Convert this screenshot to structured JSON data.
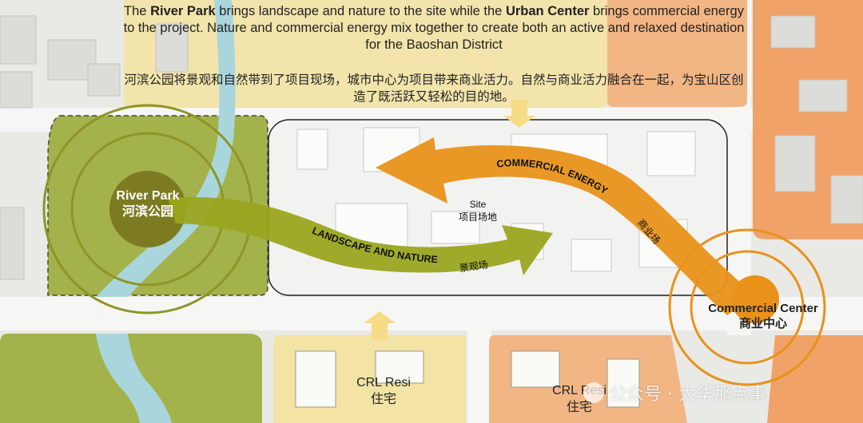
{
  "intro": {
    "en_parts": [
      {
        "text": "The ",
        "bold": false
      },
      {
        "text": "River Park",
        "bold": true
      },
      {
        "text": " brings landscape and nature to the site while the ",
        "bold": false
      },
      {
        "text": "Urban Center",
        "bold": true
      },
      {
        "text": " brings commercial energy to the project. Nature and commercial energy mix together to create both an active and relaxed destination for the Baoshan District",
        "bold": false
      }
    ],
    "zh": "河滨公园将景观和自然带到了项目现场，城市中心为项目带来商业活力。自然与商业活力融合在一起，为宝山区创造了既活跃又轻松的目的地。"
  },
  "nodes": {
    "river_park": {
      "name_en": "River Park",
      "name_zh": "河滨公园"
    },
    "commercial_center": {
      "name_en": "Commercial Center",
      "name_zh": "商业中心"
    },
    "site": {
      "name_en": "Site",
      "name_zh": "项目场地"
    },
    "crl_resi_left": {
      "name_en": "CRL Resi",
      "name_zh": "住宅"
    },
    "crl_resi_right": {
      "name_en": "CRL Resi",
      "name_zh": "住宅"
    }
  },
  "flows": {
    "landscape": {
      "label_en": "LANDSCAPE AND NATURE",
      "label_zh": "景观场"
    },
    "commercial": {
      "label_en": "COMMERCIAL ENERGY",
      "label_zh": "商业场"
    }
  },
  "watermark": {
    "text": "公众号 · 大华那点事"
  },
  "colors": {
    "park_green": "#a3b24a",
    "park_circle": "#8f9526",
    "green_arrow": "#9aa51f",
    "orange_arrow": "#e8921a",
    "residential_yellow": "#f3e3a4",
    "commercial_orange": "#f0a268",
    "river_blue": "#a9d6dc"
  }
}
